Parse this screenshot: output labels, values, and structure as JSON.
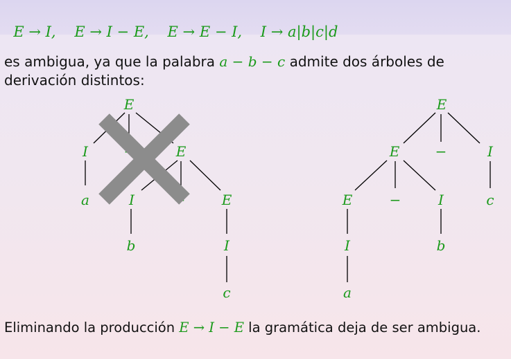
{
  "grammar": {
    "rule1": "E → I,",
    "rule2": "E → I − E,",
    "rule3": "E → E − I,",
    "rule4": "I → a|b|c|d"
  },
  "description": {
    "part1": "es ambigua, ya que la palabra ",
    "word": "a − b − c",
    "part2": " admite dos árboles de derivación distintos:"
  },
  "tree_left": {
    "crossed": true,
    "cross_color": "#8c8c8c",
    "nodes": {
      "root": "E",
      "l_i": "I",
      "l_minus": "−",
      "l_e": "E",
      "l_a": "a",
      "l_i2": "I",
      "l_minus2": "−",
      "l_e2": "E",
      "l_b": "b",
      "l_i3": "I",
      "l_c": "c"
    }
  },
  "tree_right": {
    "nodes": {
      "root": "E",
      "r_e": "E",
      "r_minus": "−",
      "r_i": "I",
      "r_e2": "E",
      "r_minus2": "−",
      "r_i2": "I",
      "r_c": "c",
      "r_i3": "I",
      "r_b": "b",
      "r_a": "a"
    }
  },
  "footer": {
    "part1": "Eliminando la producción ",
    "rule": "E → I − E",
    "part2": " la gramática deja de ser ambigua."
  },
  "colors": {
    "math": "#1a9a1a",
    "text": "#111111"
  }
}
